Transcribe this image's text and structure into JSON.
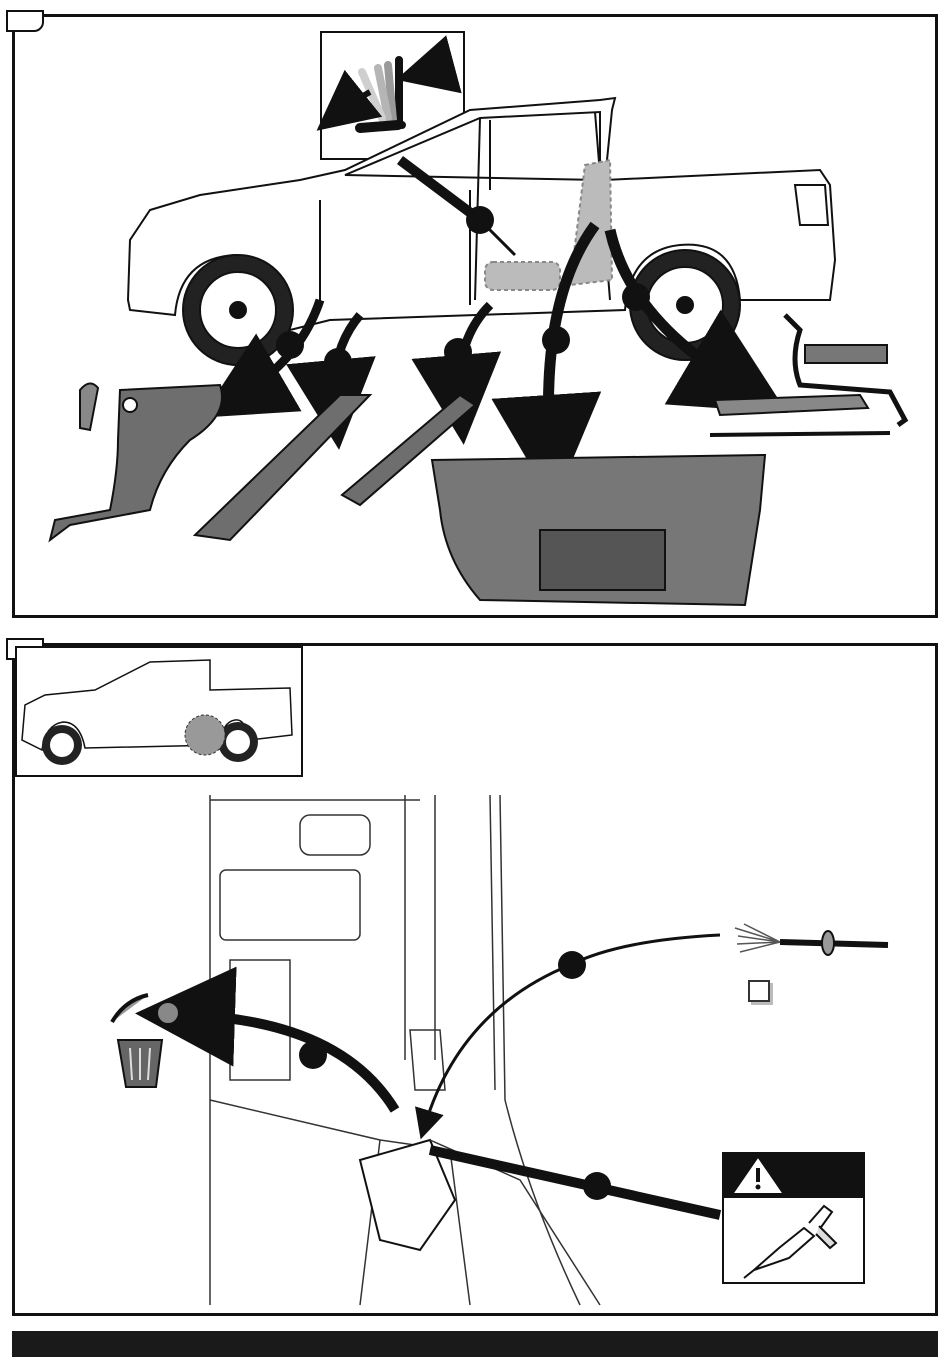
{
  "document": {
    "type": "installation-instructions",
    "panels": [
      {
        "id": "step-a",
        "description_visible_text": ""
      },
      {
        "id": "step-b",
        "description_visible_text": ""
      }
    ]
  },
  "icons": {
    "warning": "warning-triangle-icon",
    "sealant": "sealant-gun-icon",
    "trash": "trash-bin-icon"
  },
  "colors": {
    "ink": "#111111",
    "part_fill": "#6e6e6e",
    "highlight": "#9a9a9a",
    "footer": "#1a1a1a"
  }
}
